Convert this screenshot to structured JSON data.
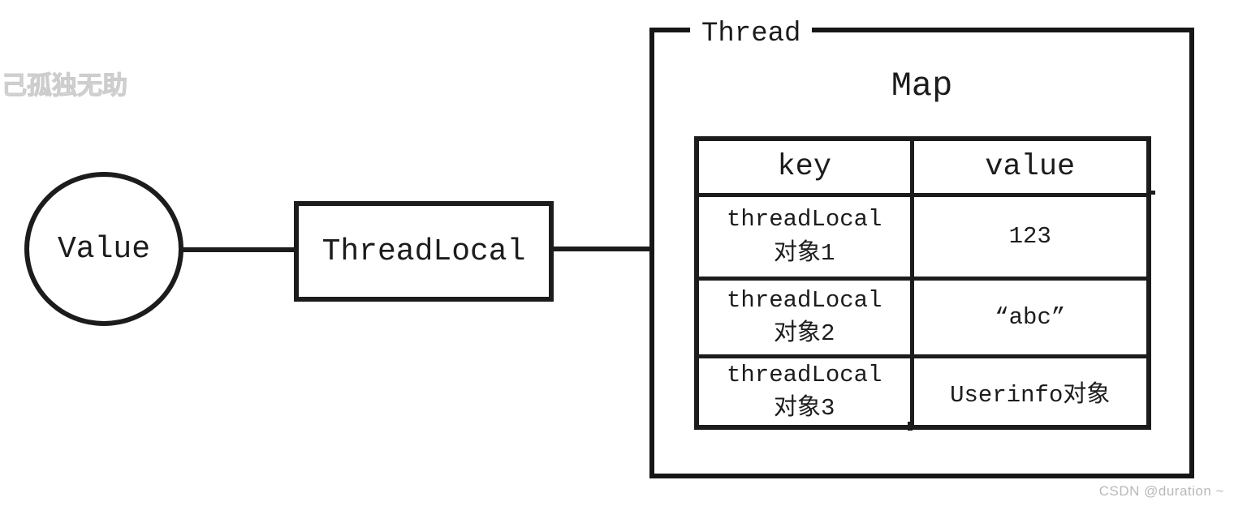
{
  "colors": {
    "ink": "#1c1c1c",
    "background": "#ffffff",
    "watermark_top": "#e6e6e6",
    "watermark_bottom": "#b9b9b9"
  },
  "watermarks": {
    "top_left": "己孤独无助",
    "bottom_right": "CSDN @duration ~"
  },
  "diagram": {
    "value_node": {
      "label": "Value",
      "shape": "circle"
    },
    "threadlocal_node": {
      "label": "ThreadLocal",
      "shape": "rectangle"
    },
    "thread_container": {
      "label": "Thread",
      "map_title": "Map"
    },
    "map_table": {
      "headers": [
        "key",
        "value"
      ],
      "rows": [
        {
          "key_lines": [
            "threadLocal",
            "对象1"
          ],
          "value": "123"
        },
        {
          "key_lines": [
            "threadLocal",
            "对象2"
          ],
          "value": "“abc”"
        },
        {
          "key_lines": [
            "threadLocal",
            "对象3"
          ],
          "value": "Userinfo对象"
        }
      ]
    }
  }
}
